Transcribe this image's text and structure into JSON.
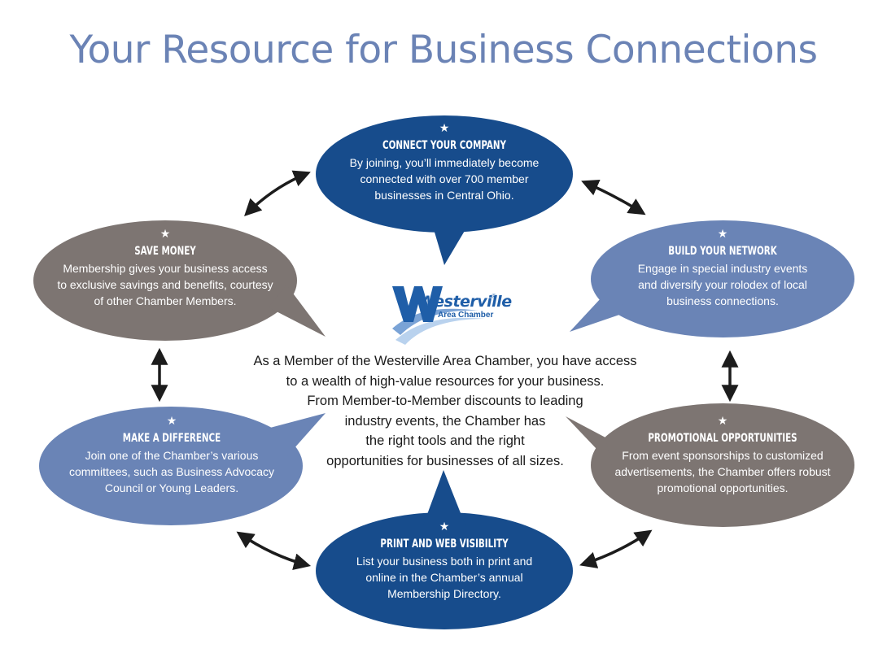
{
  "title": "Your Resource for Business Connections",
  "colors": {
    "title": "#6b83b5",
    "dark_blue": "#174c8c",
    "medium_blue": "#6a84b6",
    "gray": "#7d7572",
    "arrow": "#1c1c1c"
  },
  "icons": {
    "star": "★"
  },
  "bubbles": [
    {
      "id": "connect",
      "heading": "CONNECT YOUR COMPANY",
      "lines": [
        "By joining, you’ll immediately become",
        "connected with over 700 member",
        "businesses in Central Ohio."
      ],
      "color": "#174c8c"
    },
    {
      "id": "network",
      "heading": "BUILD YOUR NETWORK",
      "lines": [
        "Engage in special industry events",
        "and diversify your rolodex of local",
        "business connections."
      ],
      "color": "#6a84b6"
    },
    {
      "id": "promo",
      "heading": "PROMOTIONAL OPPORTUNITIES",
      "lines": [
        "From event sponsorships to customized",
        "advertisements, the Chamber offers robust",
        "promotional opportunities."
      ],
      "color": "#7d7572"
    },
    {
      "id": "print",
      "heading": "PRINT AND WEB VISIBILITY",
      "lines": [
        "List your business both in print and",
        "online in the Chamber’s annual",
        "Membership Directory."
      ],
      "color": "#174c8c"
    },
    {
      "id": "difference",
      "heading": "MAKE A DIFFERENCE",
      "lines": [
        "Join one of the Chamber’s various",
        "committees, such as Business Advocacy",
        "Council or Young Leaders."
      ],
      "color": "#6a84b6"
    },
    {
      "id": "save",
      "heading": "SAVE MONEY",
      "lines": [
        "Membership gives your business access",
        "to exclusive savings and benefits, courtesy",
        "of other Chamber Members."
      ],
      "color": "#7d7572"
    }
  ],
  "logo": {
    "name": "Westerville",
    "tm": "®",
    "sub": "Area Chamber"
  },
  "center_text": [
    "As a Member of the Westerville Area Chamber, you have access",
    "to a wealth of high-value resources for your business.",
    "From Member-to-Member discounts to leading",
    "industry events, the Chamber has",
    "the right tools and the right",
    "opportunities for businesses of all sizes."
  ]
}
